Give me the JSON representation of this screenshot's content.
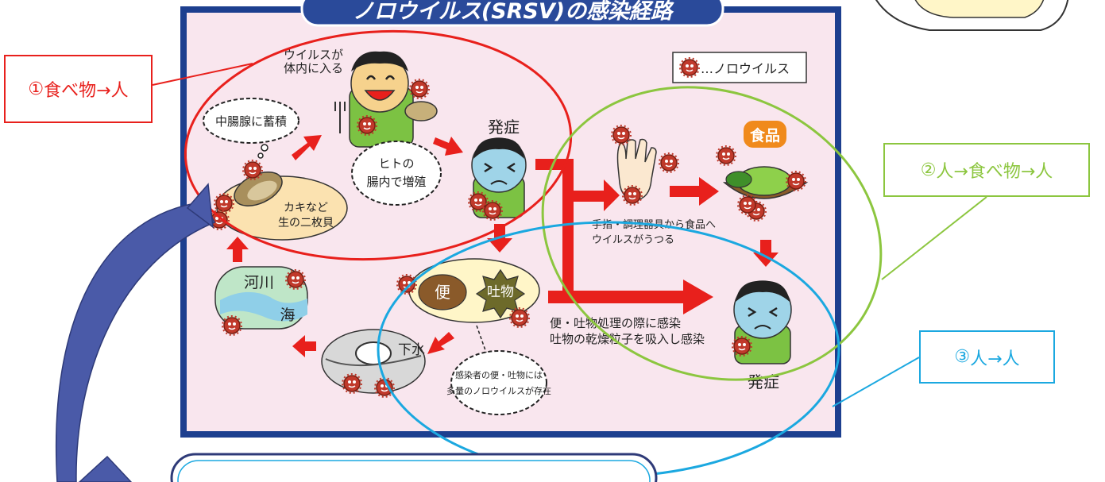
{
  "diagram": {
    "title": "ノロウイルス(SRSV)の感染経路",
    "legend": "…ノロウイルス",
    "nodes": {
      "virus_enters_1": "ウイルスが",
      "virus_enters_2": "体内に入る",
      "accumulate": "中腸腺に蓄積",
      "multiply_1": "ヒトの",
      "multiply_2": "腸内で増殖",
      "shellfish_1": "カキなど",
      "shellfish_2": "生の二枚貝",
      "onset_top": "発症",
      "onset_bottom": "発症",
      "food": "食品",
      "hand_1": "手指・調理器具から食品へ",
      "hand_2": "ウイルスがうつる",
      "feces": "便",
      "vomit": "吐物",
      "disposal_1": "便・吐物処理の際に感染",
      "disposal_2": "吐物の乾燥粒子を吸入し感染",
      "river": "河川",
      "sea": "海",
      "sewage": "下水",
      "infected_1": "感染者の便・吐物には",
      "infected_2": "多量のノロウイルスが存在"
    }
  },
  "annotations": {
    "route1_num": "①",
    "route1_text": "食べ物→人",
    "route2_num": "②",
    "route2_text": "人→食べ物→人",
    "route3_num": "③",
    "route3_text": "人→人"
  },
  "colors": {
    "route1": "#e8201c",
    "route2": "#8cc63f",
    "route3": "#1ba8e0",
    "diagram_background": "#f9e6ee",
    "diagram_border": "#1d3f8f",
    "arrow": "#e8201c",
    "curved_arrow": "#4a5aa8"
  }
}
